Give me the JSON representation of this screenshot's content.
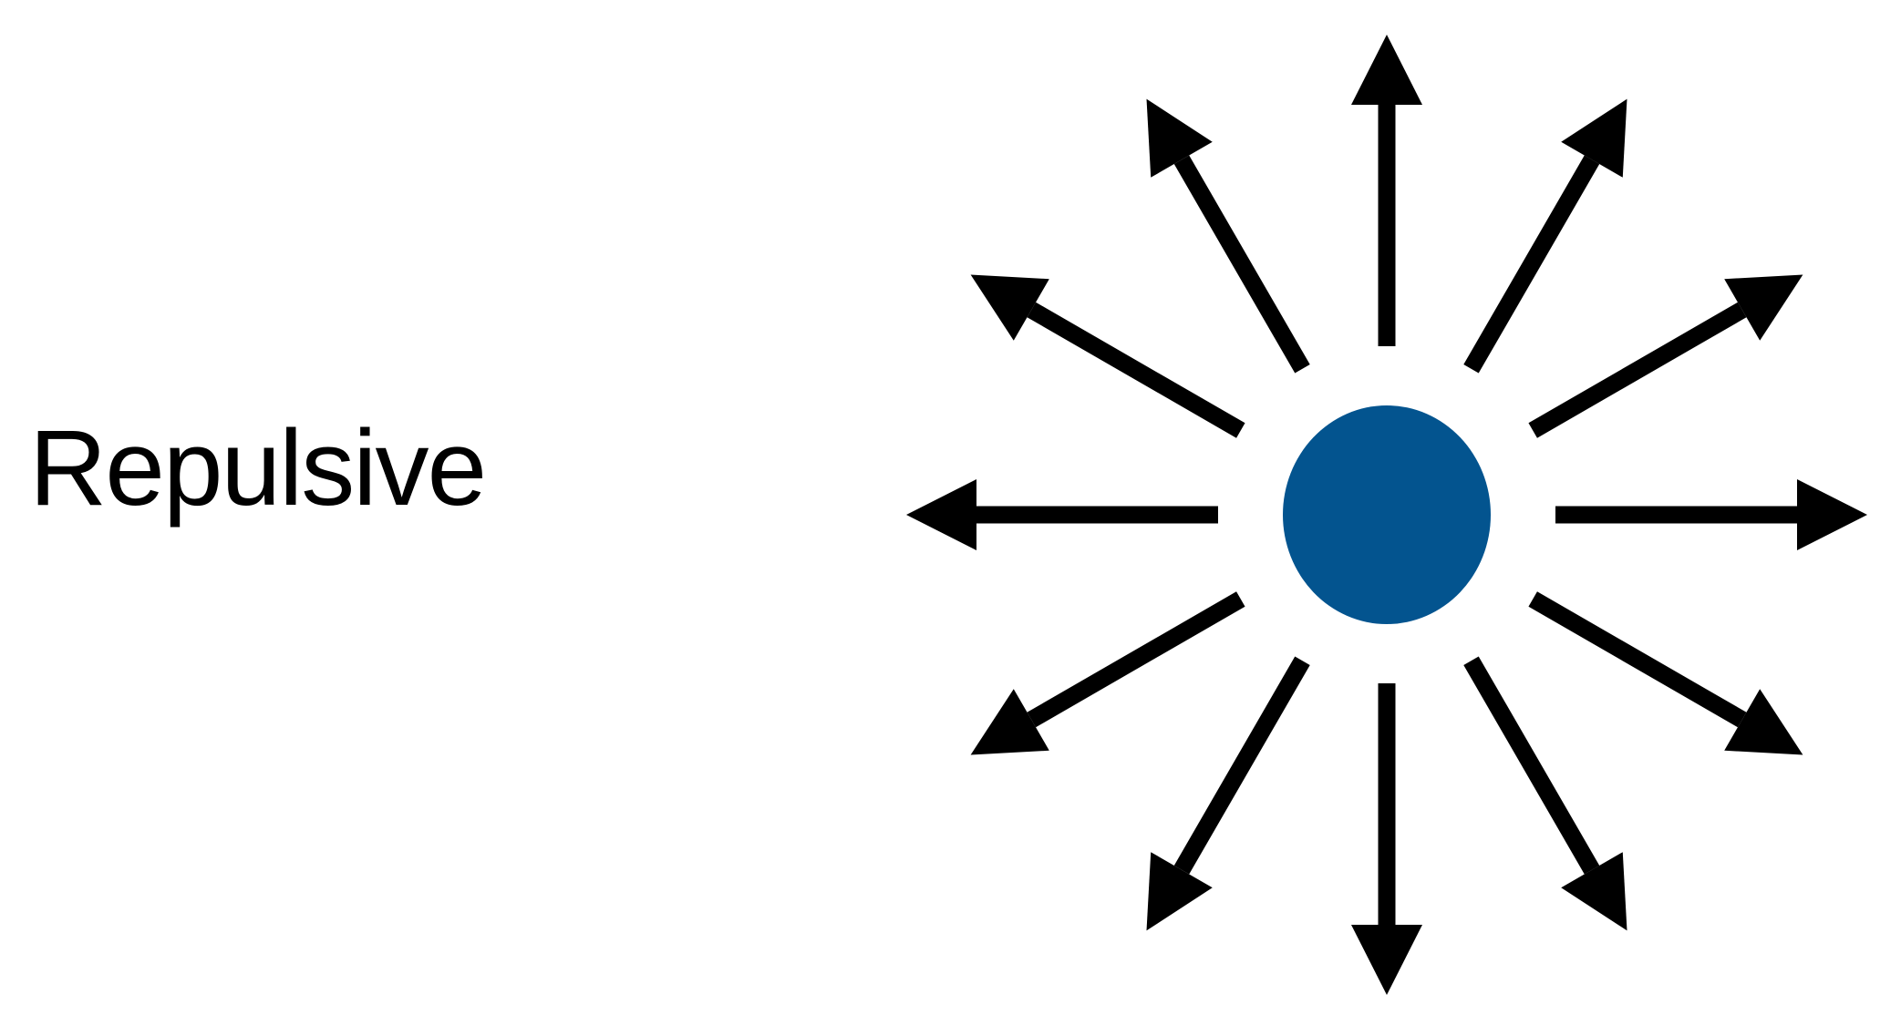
{
  "diagram": {
    "label": "Repulsive",
    "center_dot_color": "#03548F",
    "arrow_color": "#000000",
    "arrow_directions_deg": [
      0,
      30,
      60,
      90,
      120,
      150,
      180,
      210,
      240,
      270,
      300,
      330
    ],
    "arrow_count": 12,
    "arrow_direction": "outward"
  }
}
